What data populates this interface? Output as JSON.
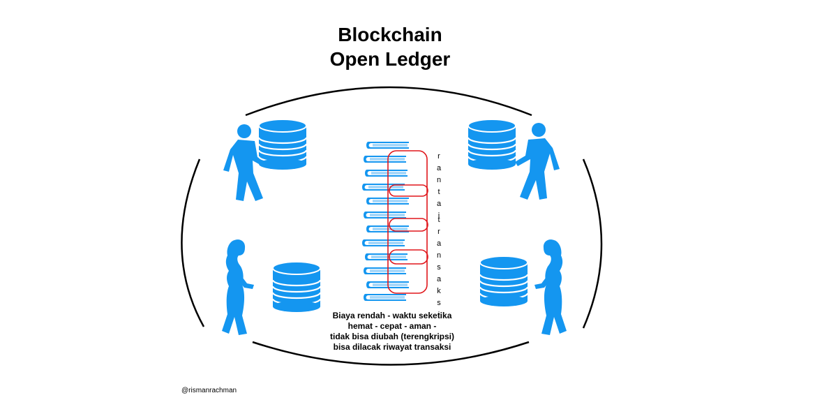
{
  "title": {
    "line1": "Blockchain",
    "line2": "Open Ledger"
  },
  "chain_label": {
    "word1": "rantai",
    "word2": "transaksi"
  },
  "description": {
    "line1": "Biaya rendah - waktu seketika",
    "line2": "hemat - cepat - aman -",
    "line3": "tidak bisa diubah (terengkripsi)",
    "line4": "bisa dilacak riwayat transaksi"
  },
  "credit": "@rismanrachman",
  "colors": {
    "figure": "#1496f0",
    "chain_link": "#e0161b",
    "ring": "#000000"
  },
  "icons": [
    "walking-man-icon",
    "walking-woman-icon",
    "coin-stack-icon",
    "book-stack-icon",
    "chain-link-icon"
  ]
}
